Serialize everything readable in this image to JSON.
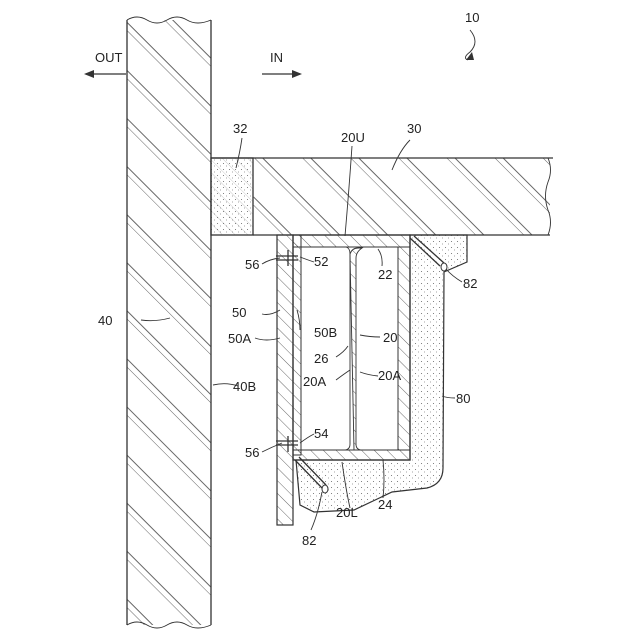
{
  "labels": {
    "fig_number": "10",
    "out": "OUT",
    "in": "IN",
    "seal_block": "32",
    "panel_top": "30",
    "upper_flange": "20U",
    "wall": "40",
    "wall_face": "40B",
    "fastener_a": "56",
    "fastener_b": "56",
    "rivet_upper": "52",
    "rivet_lower": "54",
    "box_rib": "22",
    "bracket_end_top": "82",
    "bracket_end_bottom": "82",
    "member": "50",
    "member_plate": "50A",
    "member_web": "50B",
    "beam": "20",
    "web_gap": "26",
    "web_left": "20A",
    "web_right": "20A",
    "cover": "80",
    "lower_rib": "24",
    "lower_flange": "20L"
  }
}
